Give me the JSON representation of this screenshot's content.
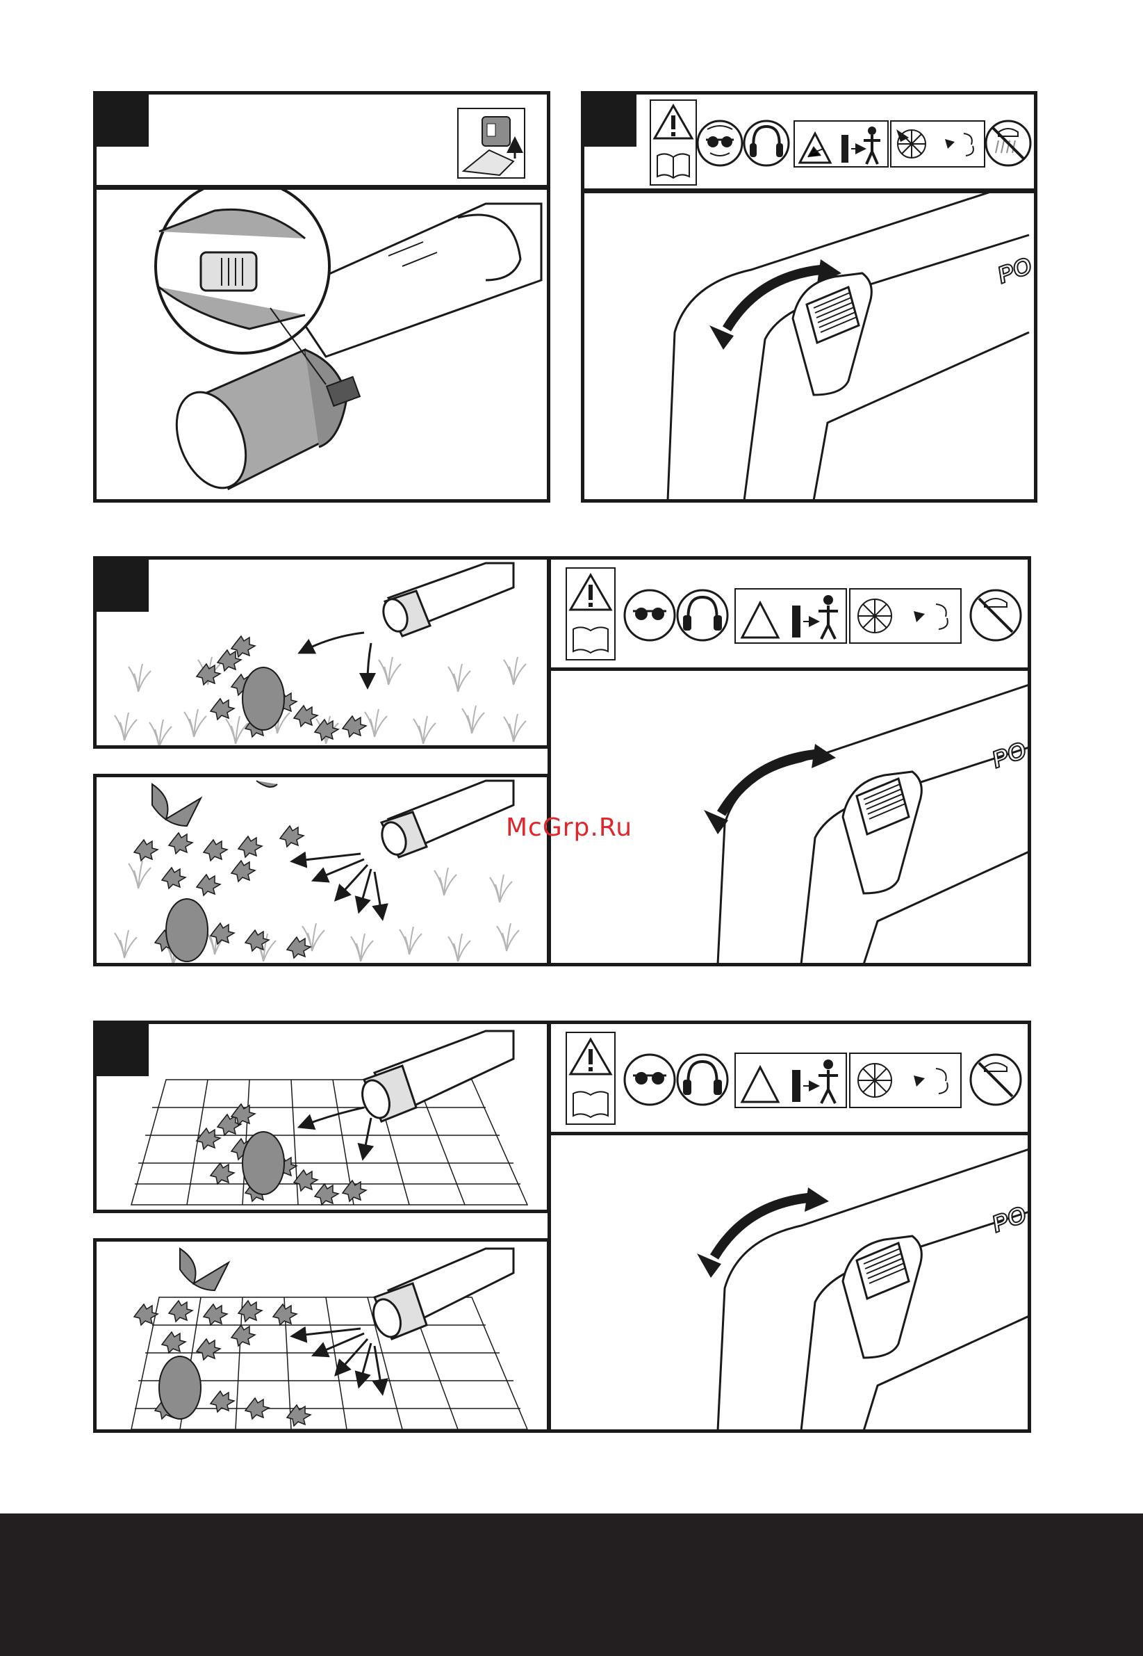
{
  "watermark": {
    "text": "McGrp.Ru",
    "color": "#e0262a"
  },
  "colors": {
    "ink": "#1a1a1a",
    "leaf_fill": "#8c8c8c",
    "nozzle_fill": "#a8a8a8",
    "grass": "#b4b4b4",
    "footer": "#231f20"
  },
  "safety_icons": [
    "warning-triangle-icon",
    "manual-book-icon",
    "safety-goggles-icon",
    "ear-protection-icon",
    "flying-debris-icon",
    "keep-distance-icon",
    "rotating-impeller-icon",
    "no-rain-icon"
  ],
  "sections": [
    {
      "id": "section-1",
      "panels": [
        "nozzle-lock-closeup",
        "switch-rocker"
      ]
    },
    {
      "id": "section-2",
      "panels": [
        "blow-leaves-on-grass-low",
        "blow-leaves-on-grass-high",
        "switch-rocker"
      ]
    },
    {
      "id": "section-3",
      "panels": [
        "blow-leaves-on-paving-low",
        "blow-leaves-on-paving-high",
        "switch-rocker"
      ]
    }
  ]
}
